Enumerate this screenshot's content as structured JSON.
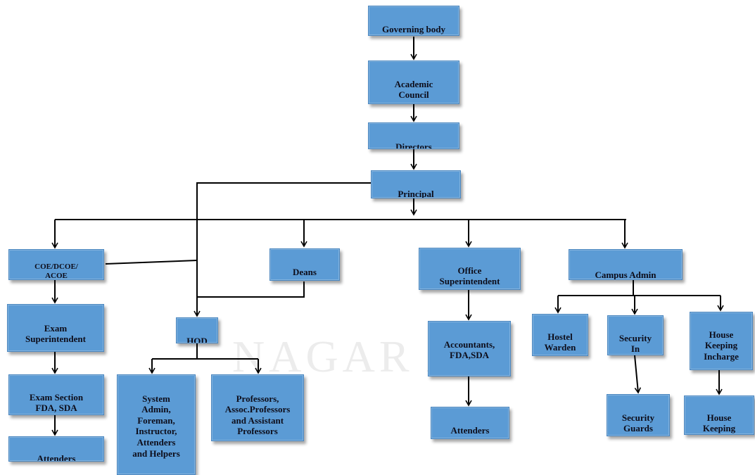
{
  "accent_color": "#5b9bd5",
  "watermark": "NAGAR  A",
  "nodes": {
    "governing_body": "Governing body",
    "academic_council": "Academic\nCouncil",
    "directors": "Directors",
    "principal": "Principal",
    "coe": "COE/DCOE/\nACOE",
    "deans": "Deans",
    "office_superintendent": "Office\nSuperintendent",
    "campus_admin": "Campus Admin",
    "exam_superintendent": "Exam\nSuperintendent",
    "exam_section": "Exam Section\nFDA, SDA",
    "attenders_exam": "Attenders",
    "hod": "HOD",
    "system_admin": "System\nAdmin,\nForeman,\nInstructor,\nAttenders\nand Helpers",
    "professors": "Professors,\nAssoc.Professors\nand Assistant\nProfessors",
    "accountants": "Accountants,\nFDA,SDA",
    "attenders_office": "Attenders",
    "hostel_warden": "Hostel\nWarden",
    "security_incharge": "Security\nIn\n-",
    "housekeeping_incharge": "House\nKeeping\nIncharge",
    "security_guards": "Security\nGuards",
    "housekeeping": "House\nKeeping\n-"
  }
}
